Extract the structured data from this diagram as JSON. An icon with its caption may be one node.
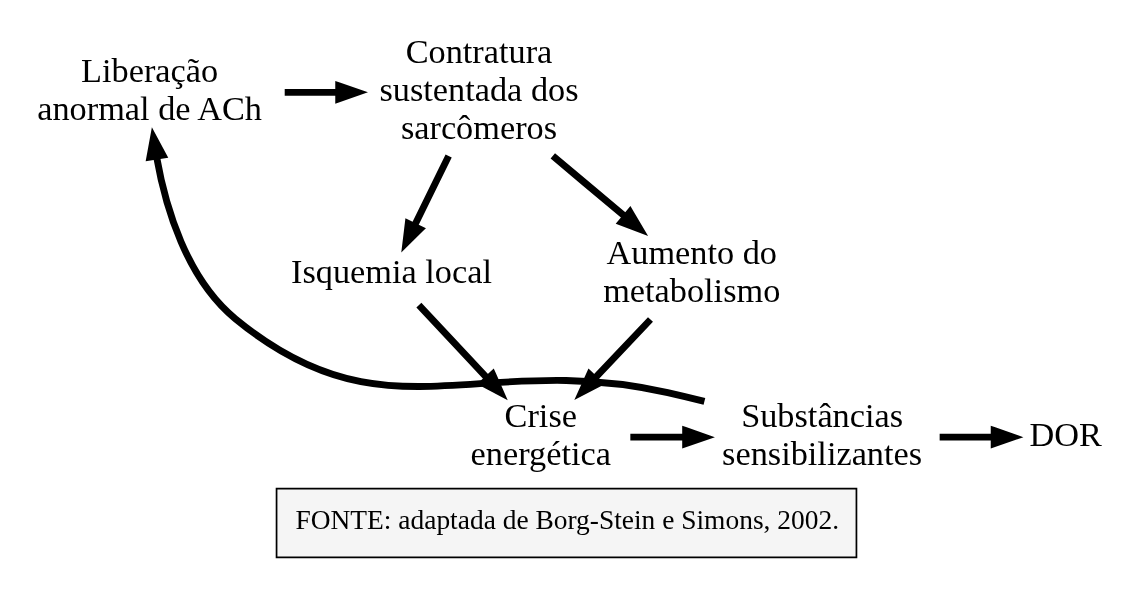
{
  "diagram": {
    "caption": "FONTE: adaptada de Borg-Stein e Simons, 2002.",
    "nodes": [
      {
        "text": [
          "Liberação anormal de ACh"
        ]
      },
      {
        "text": [
          "Contratura sustentada dos sarcômeros"
        ]
      },
      {
        "text": [
          "Isquemia local"
        ]
      },
      {
        "text": [
          "Aumento do metabolismo"
        ]
      },
      {
        "text": [
          "Crise energética"
        ]
      },
      {
        "text": [
          "Substâncias sensibilizantes"
        ]
      },
      {
        "text": [
          "DOR"
        ]
      }
    ],
    "edges": [
      {
        "from": 0,
        "to": 1,
        "arrow": "to"
      },
      {
        "from": 1,
        "to": 2,
        "arrow": "to"
      },
      {
        "from": 1,
        "to": 3,
        "arrow": "to"
      },
      {
        "from": 2,
        "to": 4,
        "arrow": "to"
      },
      {
        "from": 3,
        "to": 4,
        "arrow": "to"
      },
      {
        "from": 4,
        "to": 5,
        "arrow": "to"
      },
      {
        "from": 5,
        "to": 6,
        "arrow": "to"
      },
      {
        "from": 5,
        "to": 0,
        "arrow": "to"
      }
    ]
  }
}
